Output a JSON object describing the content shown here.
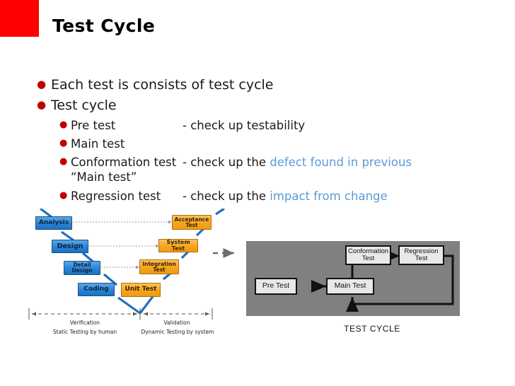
{
  "slide": {
    "title": "Test Cycle",
    "accent_color": "#ff0000",
    "highlight_color": "#5b9bd5",
    "bullet_color": "#c00000"
  },
  "bullets": [
    {
      "level": 1,
      "text": "Each test is consists of test cycle"
    },
    {
      "level": 1,
      "text": "Test cycle"
    }
  ],
  "sub_bullets": [
    {
      "label": "Pre test",
      "desc": "- check up testability",
      "desc_plain": "- check up testability",
      "highlight": ""
    },
    {
      "label": "Main test",
      "desc": "",
      "desc_plain": "",
      "highlight": ""
    },
    {
      "label": "Conformation test",
      "desc_plain": "- check up the ",
      "highlight": "defect found in previous",
      "continuation": "“Main test”"
    },
    {
      "label": "Regression test",
      "desc_plain": "- check up the ",
      "highlight": "impact from change",
      "continuation": ""
    }
  ],
  "vmodel": {
    "left_boxes": [
      {
        "label": "Analysis"
      },
      {
        "label": "Design"
      },
      {
        "label_line1": "Detail",
        "label_line2": "Design"
      },
      {
        "label": "Coding"
      }
    ],
    "right_boxes": [
      {
        "label_line1": "Acceptance",
        "label_line2": "Test"
      },
      {
        "label": "System Test"
      },
      {
        "label_line1": "Integration",
        "label_line2": "Test"
      },
      {
        "label": "Unit Test"
      }
    ],
    "axis_labels": [
      {
        "title": "Verification",
        "subtitle": "Static Testing by human"
      },
      {
        "title": "Validation",
        "subtitle": "Dynamic Testing by system"
      }
    ],
    "left_color": "#2a86d8",
    "right_color": "#f7a621"
  },
  "cycle": {
    "caption": "TEST CYCLE",
    "panel_color": "#808080",
    "boxes": [
      {
        "id": "pre-test",
        "label": "Pre Test"
      },
      {
        "id": "main-test",
        "label": "Main Test"
      },
      {
        "id": "conformation-test",
        "label_line1": "Conformation",
        "label_line2": "Test"
      },
      {
        "id": "regression-test",
        "label_line1": "Regression",
        "label_line2": "Test"
      }
    ]
  }
}
